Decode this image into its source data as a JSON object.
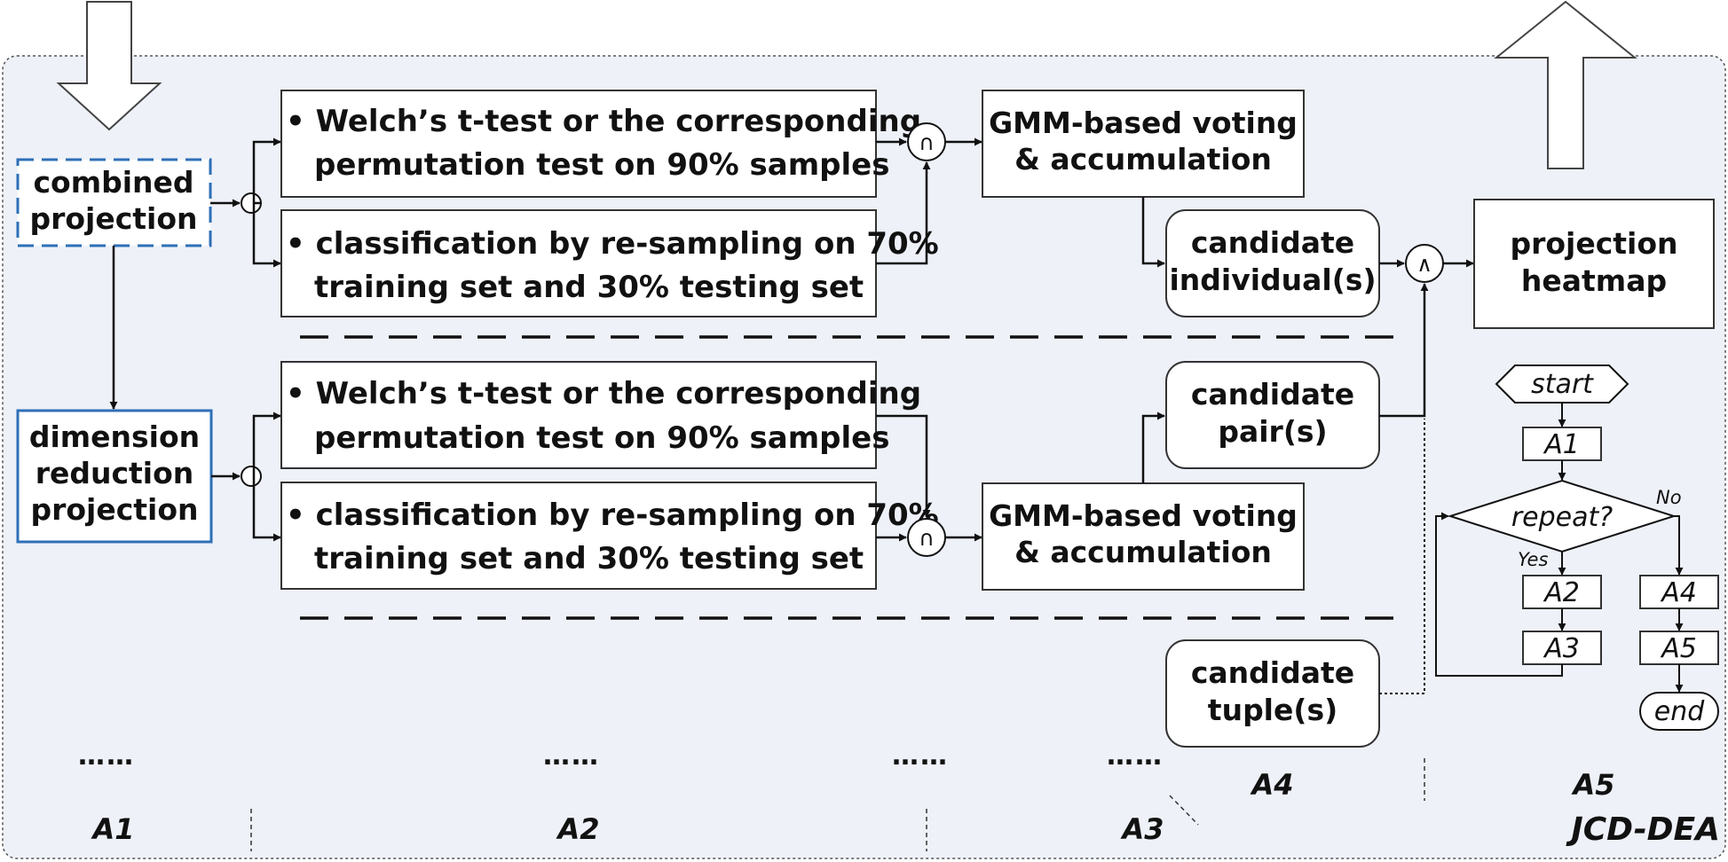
{
  "title": "JCD-DEA",
  "inputs": {
    "combined": [
      "combined",
      "projection"
    ],
    "dimension": [
      "dimension",
      "reduction",
      "projection"
    ]
  },
  "tests": {
    "welch_top": [
      "• Welch’s t-test or the corresponding",
      "permutation test on 90% samples"
    ],
    "classif_top": [
      "• classification by re-sampling on 70%",
      "training set and 30% testing set"
    ],
    "welch_bottom": [
      "• Welch’s  t-test or the corresponding",
      "permutation test on 90% samples"
    ],
    "classif_bottom": [
      "• classification by re-sampling on 70%",
      "training set and 30% testing set"
    ]
  },
  "voting": {
    "top": [
      "GMM-based voting",
      "& accumulation"
    ],
    "bottom": [
      "GMM-based voting",
      "& accumulation"
    ]
  },
  "candidates": {
    "individual": [
      "candidate",
      "individual(s)"
    ],
    "pair": [
      "candidate",
      "pair(s)"
    ],
    "tuple": [
      "candidate",
      "tuple(s)"
    ]
  },
  "output": [
    "projection",
    "heatmap"
  ],
  "operators": {
    "intersect": "∩",
    "and": "∧"
  },
  "flowchart": {
    "start": "start",
    "a1": "A1",
    "repeat": "repeat?",
    "yes": "Yes",
    "no": "No",
    "a2": "A2",
    "a3": "A3",
    "a4": "A4",
    "a5": "A5",
    "end": "end"
  },
  "ellipsis": "……",
  "section_labels": {
    "a1": "A1",
    "a2": "A2",
    "a3": "A3",
    "a4": "A4",
    "a5": "A5"
  }
}
